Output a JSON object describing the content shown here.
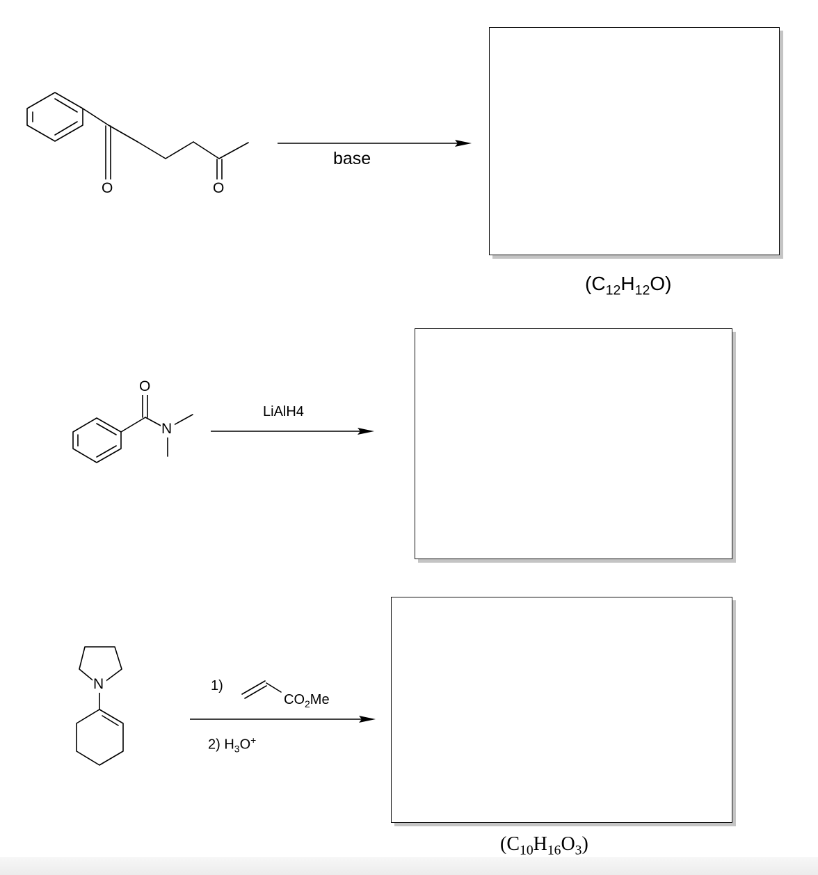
{
  "reactions": [
    {
      "reagent": "base",
      "product_formula": {
        "open": "(",
        "c": "C",
        "c_n": "12",
        "h": "H",
        "h_n": "12",
        "o": "O",
        "o_n": "",
        "close": ")"
      }
    },
    {
      "reagent": "LiAlH4",
      "product_formula": null
    },
    {
      "reagent_step1_label": "1)",
      "reagent_step1_group": {
        "co": "CO",
        "n": "2",
        "me": "Me"
      },
      "reagent_step2": {
        "label": "2) H",
        "n": "3",
        "o": "O",
        "charge": "+"
      },
      "product_formula": {
        "open": "(",
        "c": "C",
        "c_n": "10",
        "h": "H",
        "h_n": "16",
        "o": "O",
        "o_n": "3",
        "close": ")"
      }
    }
  ],
  "atom_labels": {
    "oxygen": "O",
    "nitrogen": "N"
  }
}
